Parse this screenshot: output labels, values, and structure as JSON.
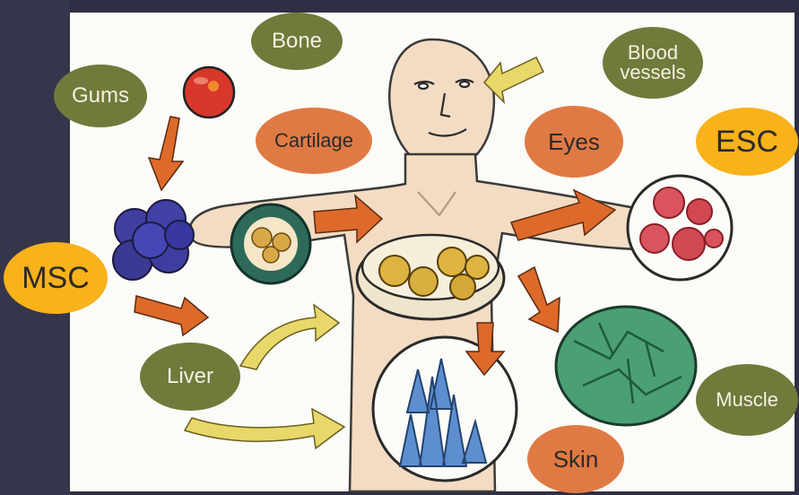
{
  "diagram": {
    "colors": {
      "frame": "#2e2e44",
      "panel": "#fbfbf7",
      "green": "#707a3b",
      "orange": "#e07a44",
      "yellow": "#f8b21a",
      "skin": "#f3dcc3",
      "arrow_orange": "#dd6a2a",
      "arrow_yellow": "#e8d86a"
    },
    "labels": {
      "bone": "Bone",
      "gums": "Gums",
      "blood_vessels_line1": "Blood",
      "blood_vessels_line2": "vessels",
      "cartilage": "Cartilage",
      "eyes": "Eyes",
      "esc": "ESC",
      "msc": "MSC",
      "liver": "Liver",
      "muscle": "Muscle",
      "skin": "Skin"
    }
  }
}
